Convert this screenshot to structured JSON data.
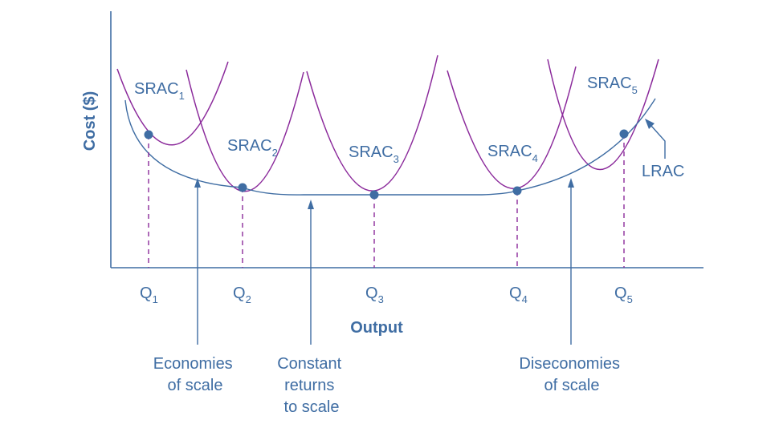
{
  "diagram": {
    "axes": {
      "y_label": "Cost ($)",
      "x_label": "Output"
    },
    "curves": [
      {
        "name": "SRAC",
        "sub": "1"
      },
      {
        "name": "SRAC",
        "sub": "2"
      },
      {
        "name": "SRAC",
        "sub": "3"
      },
      {
        "name": "SRAC",
        "sub": "4"
      },
      {
        "name": "SRAC",
        "sub": "5"
      }
    ],
    "lrac_label": "LRAC",
    "quantities": [
      {
        "name": "Q",
        "sub": "1"
      },
      {
        "name": "Q",
        "sub": "2"
      },
      {
        "name": "Q",
        "sub": "3"
      },
      {
        "name": "Q",
        "sub": "4"
      },
      {
        "name": "Q",
        "sub": "5"
      }
    ],
    "regions": [
      {
        "lines": [
          "Economies",
          "of scale"
        ]
      },
      {
        "lines": [
          "Constant",
          "returns",
          "to scale"
        ]
      },
      {
        "lines": [
          "Diseconomies",
          "of scale"
        ]
      }
    ],
    "colors": {
      "lrac": "#3f6da3",
      "srac": "#8b2a9b",
      "text": "#3f6da3"
    }
  }
}
